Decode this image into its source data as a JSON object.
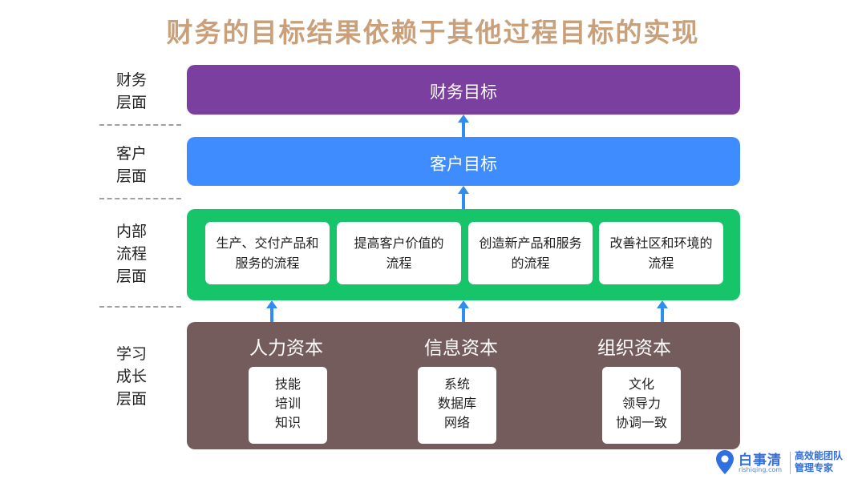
{
  "title": "财务的目标结果依赖于其他过程目标的实现",
  "layers": [
    {
      "label": "财务\n层面"
    },
    {
      "label": "客户\n层面"
    },
    {
      "label": "内部\n流程\n层面"
    },
    {
      "label": "学习\n成长\n层面"
    }
  ],
  "financial": {
    "goal": "财务目标",
    "color": "#7b3fa0"
  },
  "customer": {
    "goal": "客户目标",
    "color": "#3f8cff"
  },
  "internal": {
    "color": "#16c46a",
    "processes": [
      "生产、交付产品和\n服务的流程",
      "提高客户价值的\n流程",
      "创造新产品和服务\n的流程",
      "改善社区和环境的\n流程"
    ]
  },
  "learning": {
    "color": "#745c5c",
    "capitals": [
      {
        "title": "人力资本",
        "items": "技能\n培训\n知识"
      },
      {
        "title": "信息资本",
        "items": "系统\n数据库\n网络"
      },
      {
        "title": "组织资本",
        "items": "文化\n领导力\n协调一致"
      }
    ]
  },
  "arrow_color": "#2d8ef0",
  "logo": {
    "name": "白事清",
    "url": "rishiqing.com",
    "slogan": "高效能团队\n管理专家",
    "icon": "location-pin-icon"
  }
}
